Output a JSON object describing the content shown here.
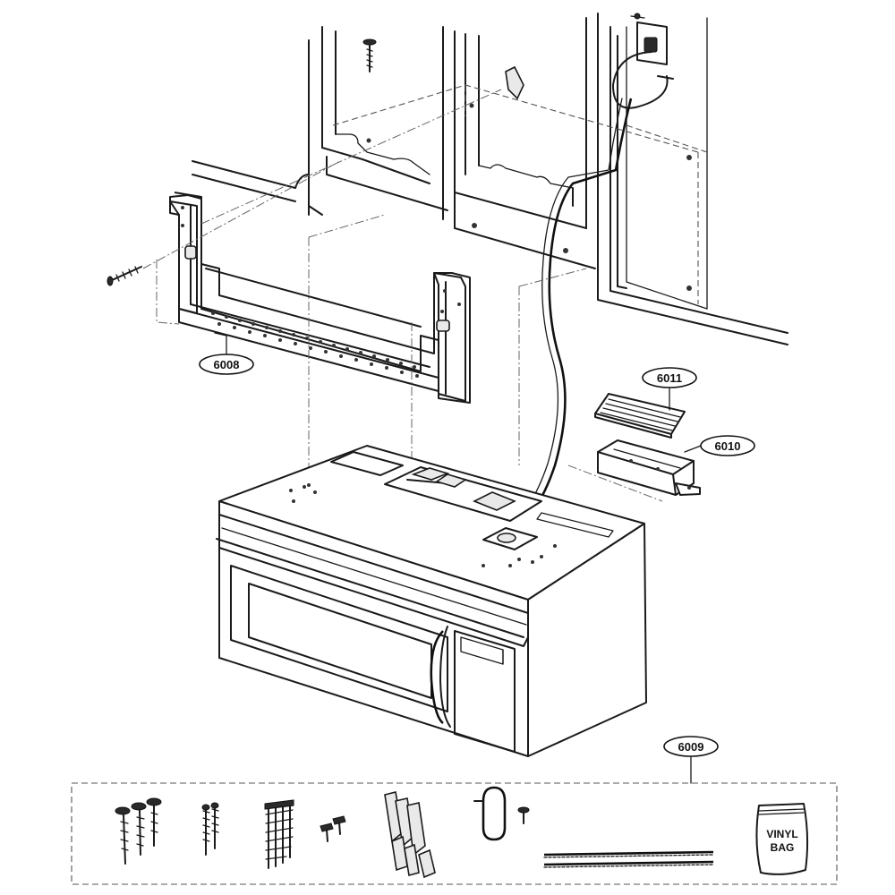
{
  "parts": [
    {
      "id": "6008",
      "part": "mounting-plate"
    },
    {
      "id": "6011",
      "part": "filter"
    },
    {
      "id": "6010",
      "part": "duct-adapter"
    },
    {
      "id": "6009",
      "part": "hardware-kit"
    }
  ],
  "kit_bag_label": {
    "line1": "VINYL",
    "line2": "BAG"
  }
}
